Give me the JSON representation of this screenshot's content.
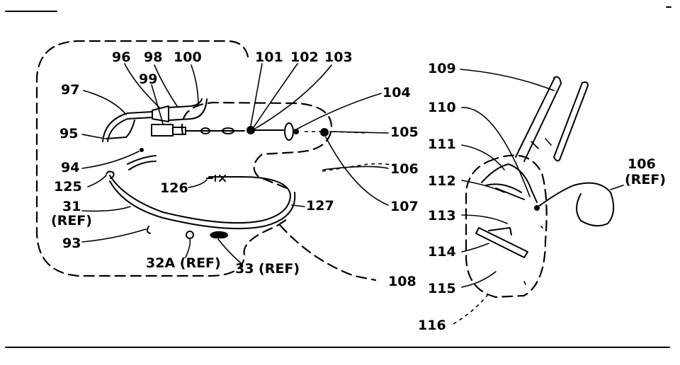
{
  "callouts": {
    "c97": "97",
    "c96": "96",
    "c98": "98",
    "c100": "100",
    "c99": "99",
    "c95": "95",
    "c94": "94",
    "c125": "125",
    "c31": "31",
    "c31ref": "(REF)",
    "c93": "93",
    "c32a": "32A (REF)",
    "c33": "33 (REF)",
    "c126": "126",
    "c127": "127",
    "c108": "108",
    "c101": "101",
    "c102": "102",
    "c103": "103",
    "c104": "104",
    "c105": "105",
    "c106": "106",
    "c107": "107",
    "c109": "109",
    "c110": "110",
    "c111": "111",
    "c112": "112",
    "c113": "113",
    "c114": "114",
    "c115": "115",
    "c116": "116",
    "c106ref": "106",
    "c106ref2": "(REF)"
  },
  "colors": {
    "ink": "#000000",
    "paper": "#ffffff"
  }
}
